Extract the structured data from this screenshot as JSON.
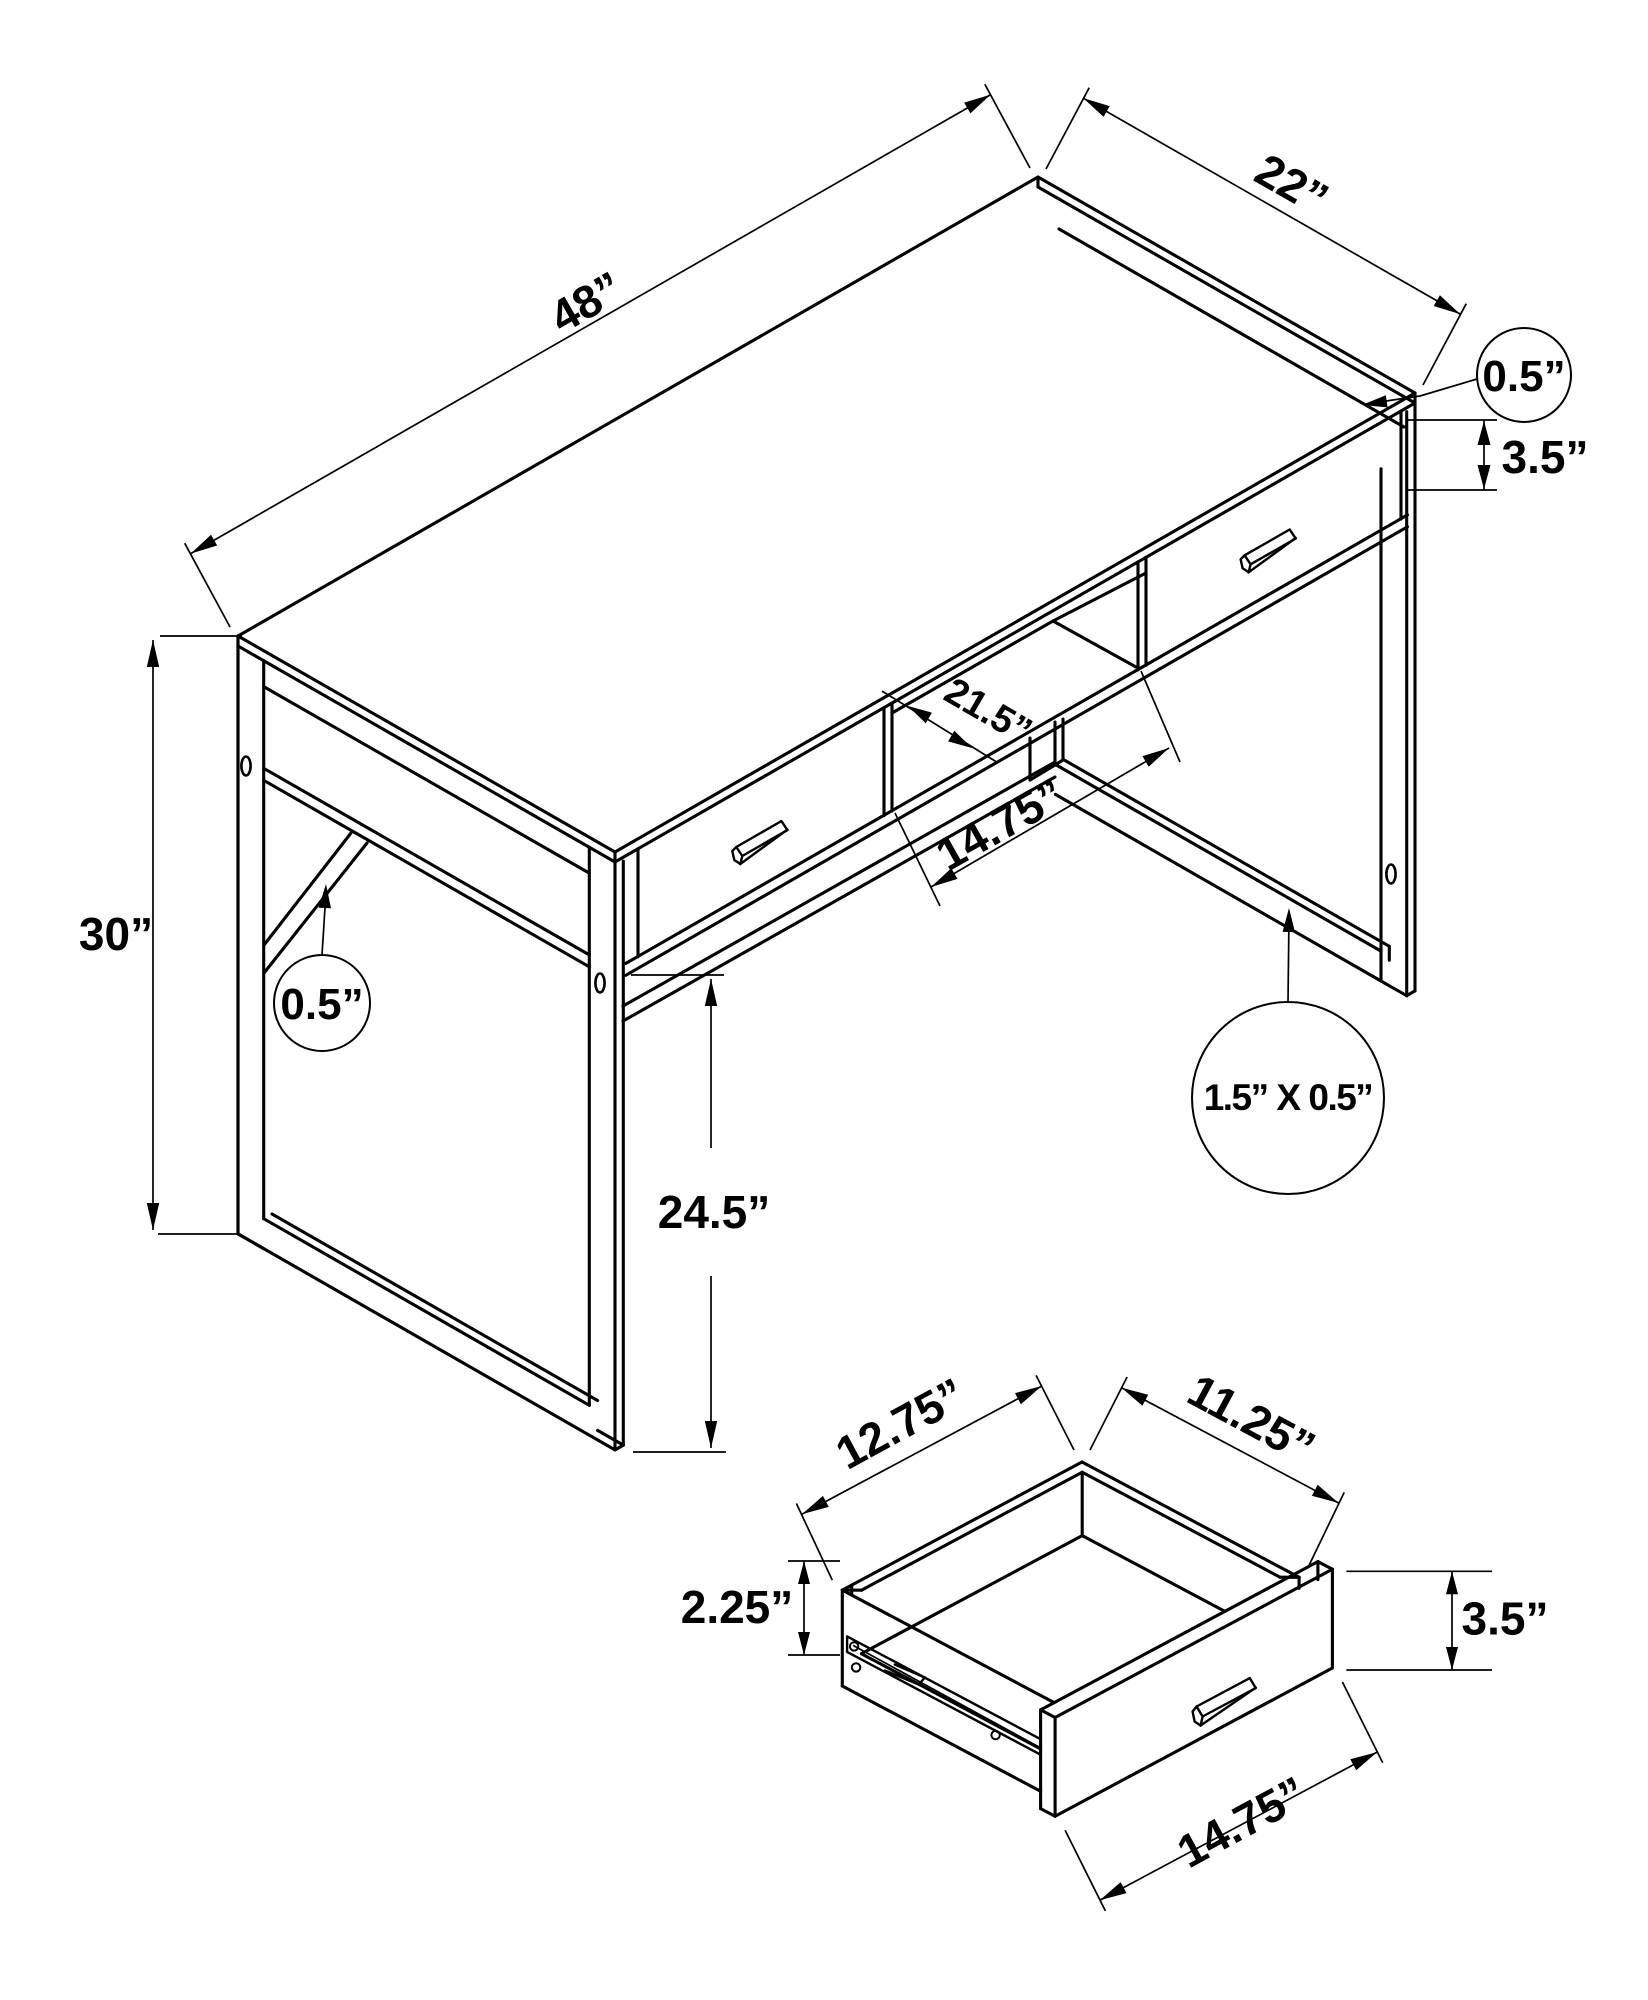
{
  "figure": {
    "kind": "furniture assembly dimension diagram",
    "product": "computer desk with drawers",
    "views": [
      "desk isometric view",
      "drawer detail view"
    ],
    "background_color": "#ffffff",
    "line_color": "#000000"
  },
  "desk_view": {
    "dims": {
      "length": "48”",
      "depth": "22”",
      "top_thickness": "0.5”",
      "drawer_front_height": "3.5”",
      "overall_height": "30”",
      "brace_thickness": "0.5”",
      "clearance_height": "24.5”",
      "opening_depth": "21.5”",
      "opening_width": "14.75”",
      "tube_size": "1.5” X 0.5”"
    }
  },
  "drawer_view": {
    "dims": {
      "inner_width": "12.75”",
      "inner_depth": "11.25”",
      "side_height": "2.25”",
      "front_height": "3.5”",
      "front_width": "14.75”"
    }
  }
}
